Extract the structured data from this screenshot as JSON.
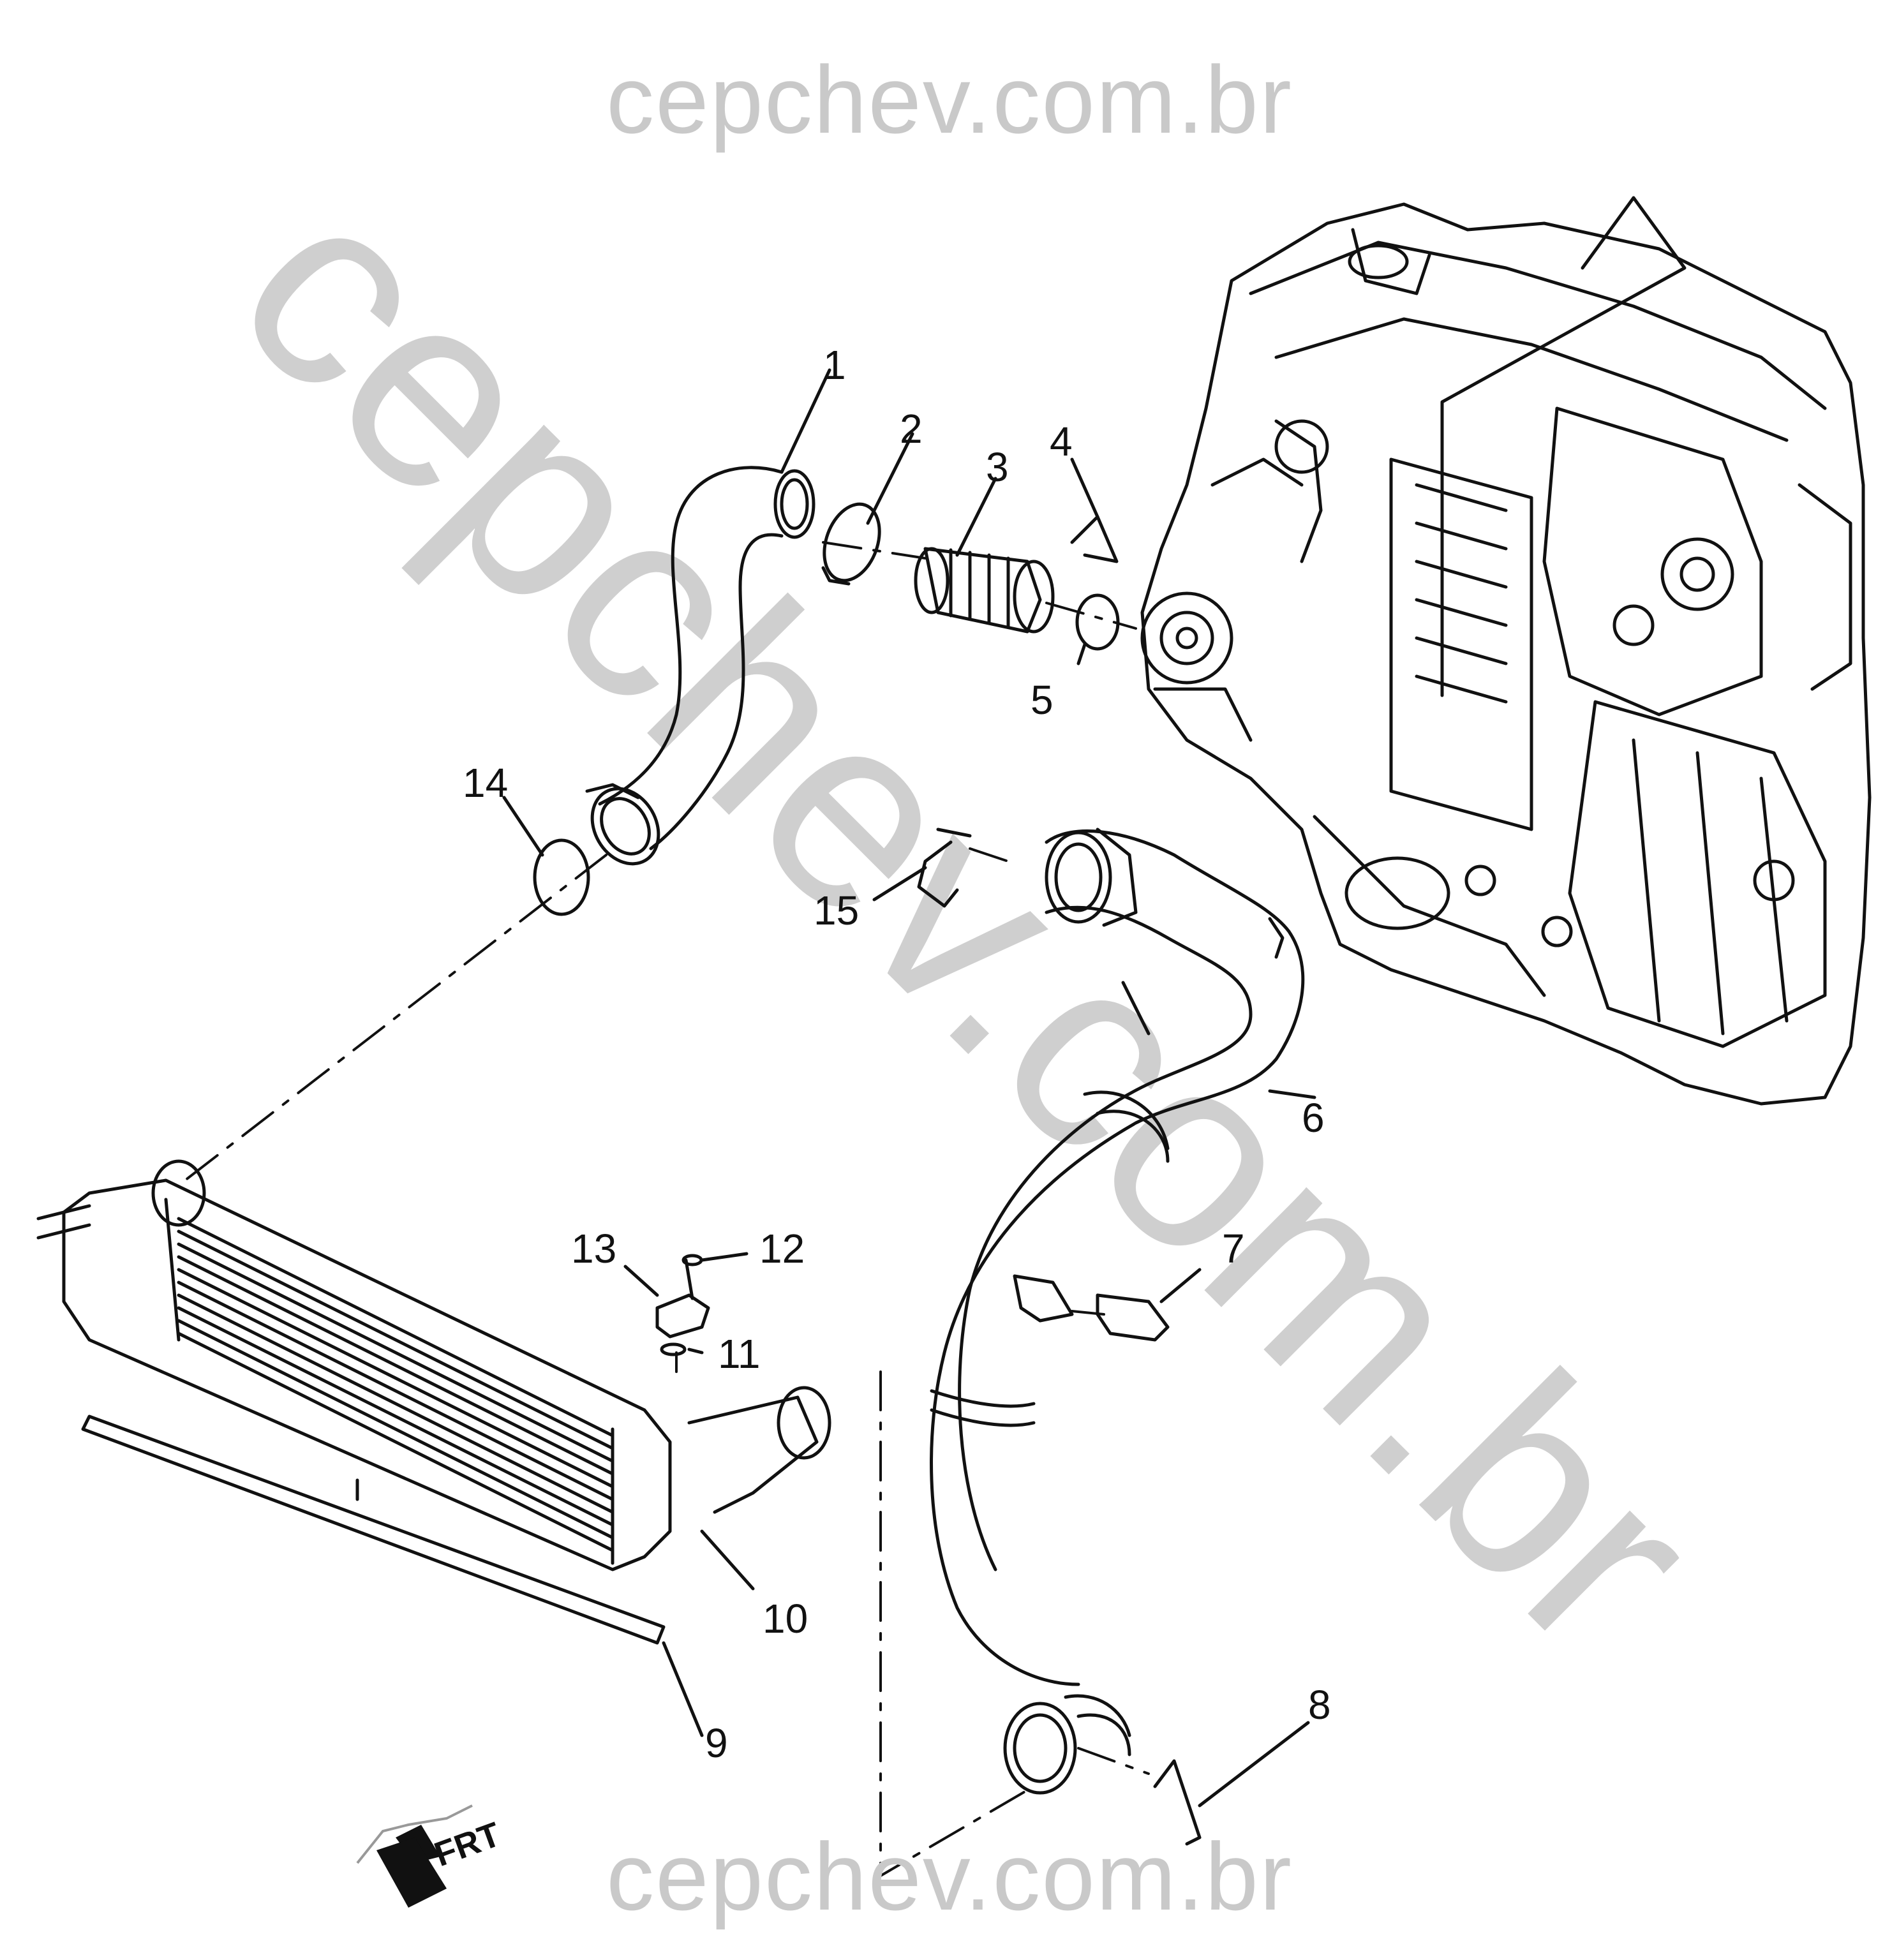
{
  "watermark": {
    "top": "cepchev.com.br",
    "diagonal": "cepchev.com.br",
    "bottom": "cepchev.com.br"
  },
  "callouts": {
    "c1": "1",
    "c2": "2",
    "c3": "3",
    "c4": "4",
    "c5": "5",
    "c6": "6",
    "c7": "7",
    "c8": "8",
    "c9": "9",
    "c10": "10",
    "c11": "11",
    "c12": "12",
    "c13": "13",
    "c14": "14",
    "c15": "15"
  },
  "direction_indicator": "FRT",
  "colors": {
    "line": "#111111",
    "watermark": "#c9c9c9",
    "background": "#ffffff"
  }
}
